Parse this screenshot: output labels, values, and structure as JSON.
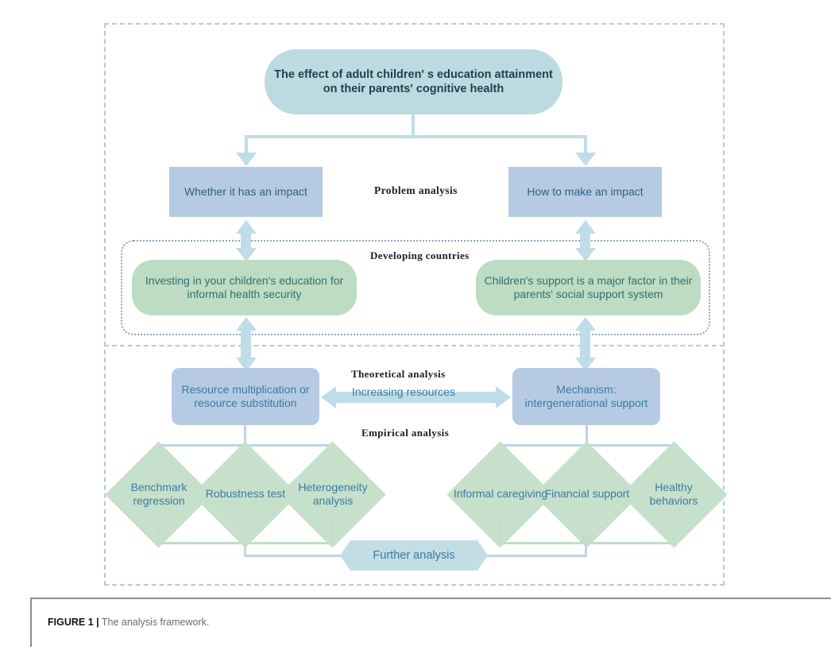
{
  "figure": {
    "label": "FIGURE 1",
    "separator": "|",
    "caption": "The analysis framework."
  },
  "colors": {
    "teal_node": "#bcdbe0",
    "blue_node": "#b6cbe3",
    "green_node": "#bedcc4",
    "diamond_green": "#c7e0cb",
    "hexagon": "#c2dde3",
    "arrow": "#bfdde6",
    "dashed_frame": "#b9c9d6",
    "dotted_frame": "#8aa7be",
    "text_blue": "#3a7ba6",
    "text_dark": "#1b1b2b"
  },
  "diagram": {
    "title_node": "The effect of adult children' s education attainment on their parents' cognitive health",
    "section_labels": {
      "problem_analysis": "Problem analysis",
      "developing_countries": "Developing countries",
      "theoretical_analysis": "Theoretical analysis",
      "increasing_resources": "Increasing resources",
      "empirical_analysis": "Empirical analysis",
      "further_analysis": "Further analysis"
    },
    "question_nodes": [
      {
        "id": "whether",
        "label": "Whether it has an impact"
      },
      {
        "id": "how",
        "label": "How to make an impact"
      }
    ],
    "context_nodes": [
      {
        "id": "investing",
        "label": "Investing in your children's education for informal health security"
      },
      {
        "id": "support",
        "label": "Children's support is a major factor in their parents' social support system"
      }
    ],
    "mechanism_nodes": [
      {
        "id": "resource",
        "label": "Resource multiplication or resource substitution"
      },
      {
        "id": "mechanism",
        "label": "Mechanism: intergenerational support"
      }
    ],
    "empirical_left": [
      {
        "id": "benchmark",
        "label": "Benchmark regression"
      },
      {
        "id": "robustness",
        "label": "Robustness test"
      },
      {
        "id": "heterogeneity",
        "label": "Heterogeneity analysis"
      }
    ],
    "empirical_right": [
      {
        "id": "informal-caregiving",
        "label": "Informal caregiving"
      },
      {
        "id": "financial-support",
        "label": "Financial support"
      },
      {
        "id": "healthy-behaviors",
        "label": "Healthy behaviors"
      }
    ]
  }
}
